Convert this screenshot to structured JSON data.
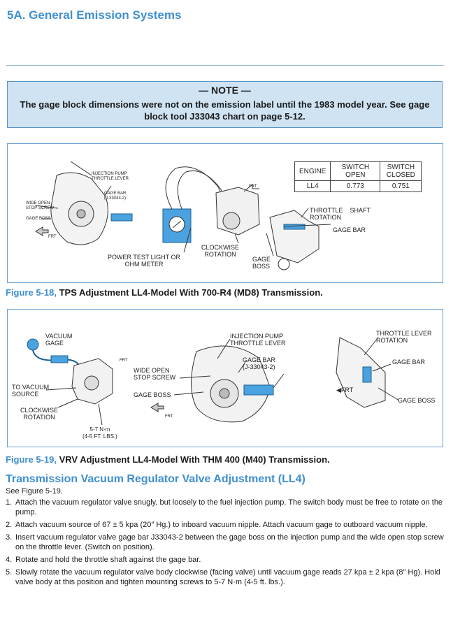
{
  "header": {
    "title": "5A.  General Emission Systems"
  },
  "note": {
    "heading": "— NOTE —",
    "body": "The gage block dimensions were not on the emission label until the 1983 model year. See gage block tool J33043 chart on page 5-12."
  },
  "figure18": {
    "labels": {
      "injection_pump": "INJECTION PUMP\nTHROTTLE LEVER",
      "gage_bar": "GAGE BAR\n(J-33043-2)",
      "wide_open": "WIDE OPEN\nSTOP SCREW",
      "gage_boss_left": "GAGE BOSS",
      "frt_left": "FRT",
      "frt_center": "FRT",
      "power_test": "POWER TEST LIGHT OR\nOHM METER",
      "clockwise": "CLOCKWISE\nROTATION",
      "gage_boss": "GAGE\nBOSS",
      "throttle_shaft": "THROTTLE    SHAFT\nROTATION",
      "gage_bar_right": "GAGE BAR"
    },
    "table": {
      "headers": [
        "ENGINE",
        "SWITCH\nOPEN",
        "SWITCH\nCLOSED"
      ],
      "rows": [
        [
          "LL4",
          "0.773",
          "0.751"
        ]
      ]
    },
    "caption_num": "Figure 5-18,",
    "caption_text": " TPS Adjustment LL4-Model With 700-R4 (MD8) Transmission."
  },
  "figure19": {
    "labels": {
      "vacuum_gage": "VACUUM\nGAGE",
      "to_vacuum": "TO VACUUM\nSOURCE",
      "clockwise": "CLOCKWISE\nROTATION",
      "torque": "5-7 N·m\n(4-5 FT. LBS.)",
      "frt_top": "FRT",
      "wide_open": "WIDE OPEN\nSTOP SCREW",
      "gage_boss": "GAGE BOSS",
      "frt_bottom": "FRT",
      "injection_pump": "INJECTION PUMP\nTHROTTLE LEVER",
      "gage_bar": "GAGE BAR\n(J-33043-2)",
      "throttle_lever": "THROTTLE LEVER\nROTATION",
      "gage_bar_right": "GAGE BAR",
      "frt_right": "◀FRT",
      "gage_boss_right": "GAGE BOSS"
    },
    "caption_num": "Figure 5-19,",
    "caption_text": " VRV Adjustment LL4-Model With THM 400 (M40) Transmission."
  },
  "section": {
    "title": "Transmission Vacuum Regulator Valve Adjustment (LL4)",
    "see": "See Figure 5-19.",
    "steps": [
      "Attach the vacuum regulator valve snugly, but loosely to the fuel injection pump. The switch body must be free to rotate on the pump.",
      "Attach vacuum source of 67 ± 5 kpa (20″ Hg.) to inboard vacuum nipple. Attach vacuum gage to outboard vacuum nipple.",
      "Insert vacuum regulator valve gage bar J33043-2 between the gage boss on the injection pump and the wide open stop screw on the throttle lever. (Switch on position).",
      "Rotate and hold the throttle shaft against the gage bar.",
      "Slowly rotate the vacuum regulator valve body clockwise (facing valve) until vacuum gage reads 27 kpa ± 2 kpa (8″ Hg). Hold valve body at this position and tighten mounting screws to 5-7 N·m (4-5 ft. lbs.)."
    ]
  },
  "colors": {
    "accent": "#3f8fd0",
    "note_bg": "#cfe3f3"
  }
}
